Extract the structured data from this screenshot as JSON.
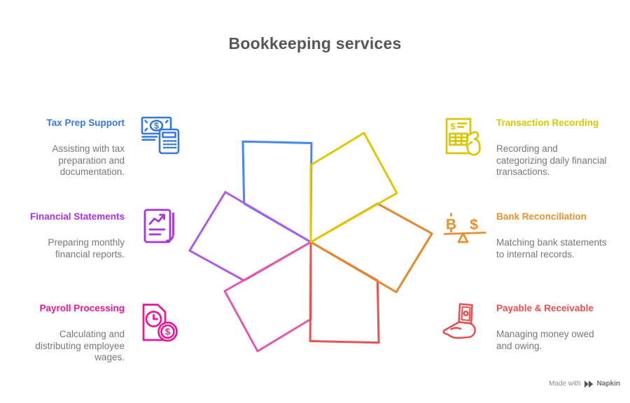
{
  "title": "Bookkeeping services",
  "colors": {
    "title_text": "#56565A",
    "description_text": "#76777A",
    "blue": "#3579E0",
    "purple": "#A833E0",
    "pink": "#E8189A",
    "yellow": "#D9C702",
    "orange": "#E8922E",
    "red": "#E85050",
    "attribution_gray": "#8E8E93"
  },
  "services": {
    "left": [
      {
        "title": "Tax Prep Support",
        "description": "Assisting with tax preparation and documentation.",
        "color": "blue",
        "icon": "money-calculator"
      },
      {
        "title": "Financial Statements",
        "description": "Preparing monthly financial reports.",
        "color": "purple",
        "icon": "report-document"
      },
      {
        "title": "Payroll Processing",
        "description": "Calculating and distributing employee wages.",
        "color": "pink",
        "icon": "document-clock-coin"
      }
    ],
    "right": [
      {
        "title": "Transaction Recording",
        "description": "Recording and categorizing daily financial transactions.",
        "color": "yellow",
        "icon": "invoice-hand"
      },
      {
        "title": "Bank Reconciliation",
        "description": "Matching bank statements to internal records.",
        "color": "orange",
        "icon": "balance-scale"
      },
      {
        "title": "Payable & Receivable",
        "description": "Managing money owed and owing.",
        "color": "red",
        "icon": "hand-money"
      }
    ]
  },
  "pinwheel": {
    "type": "six-petal-pinwheel",
    "petal_colors": {
      "yellow": "#DFC702",
      "orange": "#E2882E",
      "red": "#E25555",
      "pink": "#E05CA8",
      "purple": "#AC5CE8",
      "blue": "#4688EC"
    },
    "draw_order": [
      "blue",
      "purple",
      "pink",
      "red",
      "orange",
      "yellow"
    ]
  },
  "attribution": {
    "prefix": "Made with",
    "brand": "Napkin"
  }
}
